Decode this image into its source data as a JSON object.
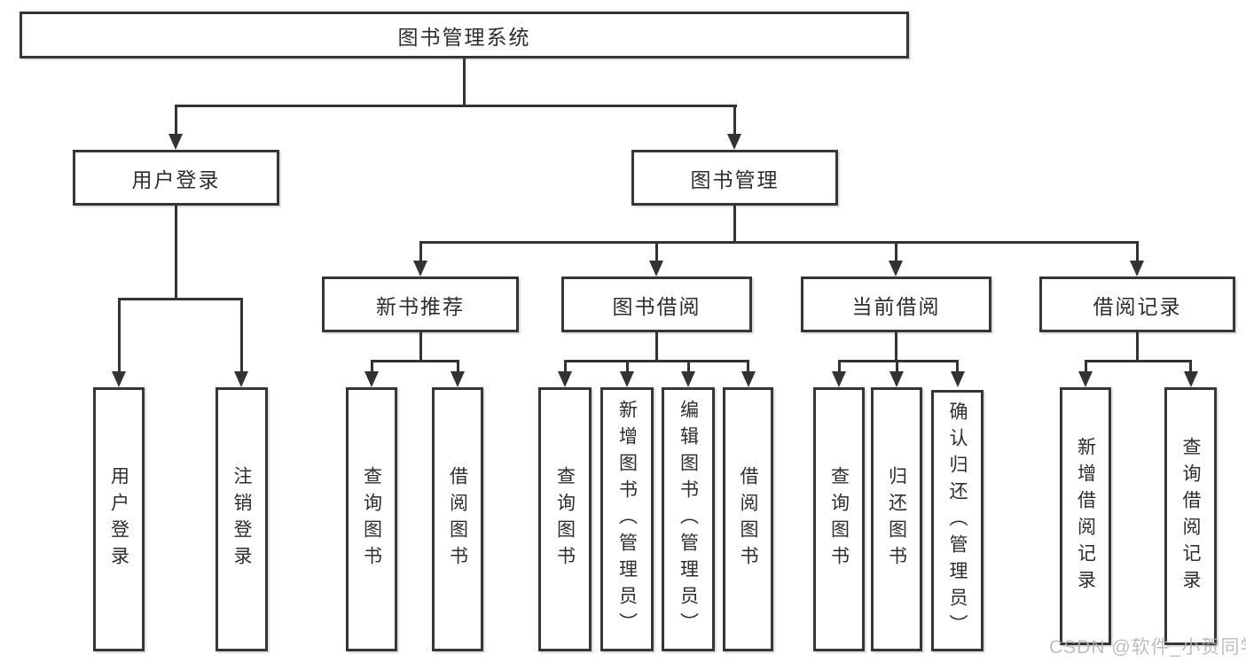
{
  "title": "图书管理系统",
  "tree": {
    "label": "图书管理系统",
    "children": [
      {
        "label": "用户登录",
        "children": [
          {
            "label": "用户登录"
          },
          {
            "label": "注销登录"
          }
        ]
      },
      {
        "label": "图书管理",
        "children": [
          {
            "label": "新书推荐",
            "children": [
              {
                "label": "查询图书"
              },
              {
                "label": "借阅图书"
              }
            ]
          },
          {
            "label": "图书借阅",
            "children": [
              {
                "label": "查询图书"
              },
              {
                "label": "新增图书（管理员）"
              },
              {
                "label": "编辑图书（管理员）"
              },
              {
                "label": "借阅图书"
              }
            ]
          },
          {
            "label": "当前借阅",
            "children": [
              {
                "label": "查询图书"
              },
              {
                "label": "归还图书"
              },
              {
                "label": "确认归还（管理员）"
              }
            ]
          },
          {
            "label": "借阅记录",
            "children": [
              {
                "label": "新增借阅记录"
              },
              {
                "label": "查询借阅记录"
              }
            ]
          }
        ]
      }
    ]
  },
  "watermark": {
    "text": "CSDN @软件_小贺同学"
  },
  "colors": {
    "background": "#ffffff",
    "box_border": "#363636",
    "line": "#333333",
    "text": "#2d2d2d",
    "watermark": "#b2b2b2"
  }
}
